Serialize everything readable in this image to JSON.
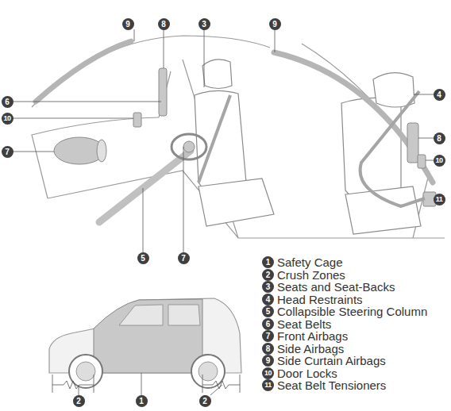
{
  "diagram": {
    "labels": [
      "9",
      "8",
      "3",
      "9",
      "6",
      "10",
      "4",
      "7",
      "8",
      "10",
      "11",
      "5",
      "7",
      "2",
      "1",
      "2",
      "1",
      "2",
      "3",
      "4",
      "5",
      "6",
      "7",
      "8",
      "9",
      "10",
      "11"
    ],
    "legend": [
      {
        "text": "Safety Cage"
      },
      {
        "text": "Crush Zones"
      },
      {
        "text": "Seats and Seat-Backs"
      },
      {
        "text": "Head Restraints"
      },
      {
        "text": "Collapsible Steering Column"
      },
      {
        "text": "Seat Belts"
      },
      {
        "text": "Front Airbags"
      },
      {
        "text": "Side Airbags"
      },
      {
        "text": "Side Curtain Airbags"
      },
      {
        "text": "Door Locks"
      },
      {
        "text": "Seat Belt Tensioners"
      }
    ]
  }
}
